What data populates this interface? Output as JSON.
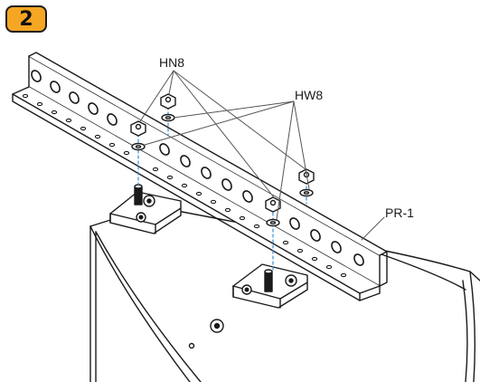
{
  "step": {
    "number": "2",
    "accent": "#f5a623"
  },
  "labels": {
    "nut": "HN8",
    "washer": "HW8",
    "bracket": "PR-1"
  },
  "colors": {
    "line": "#1a1a1a",
    "dash": "#3a8fd6"
  }
}
